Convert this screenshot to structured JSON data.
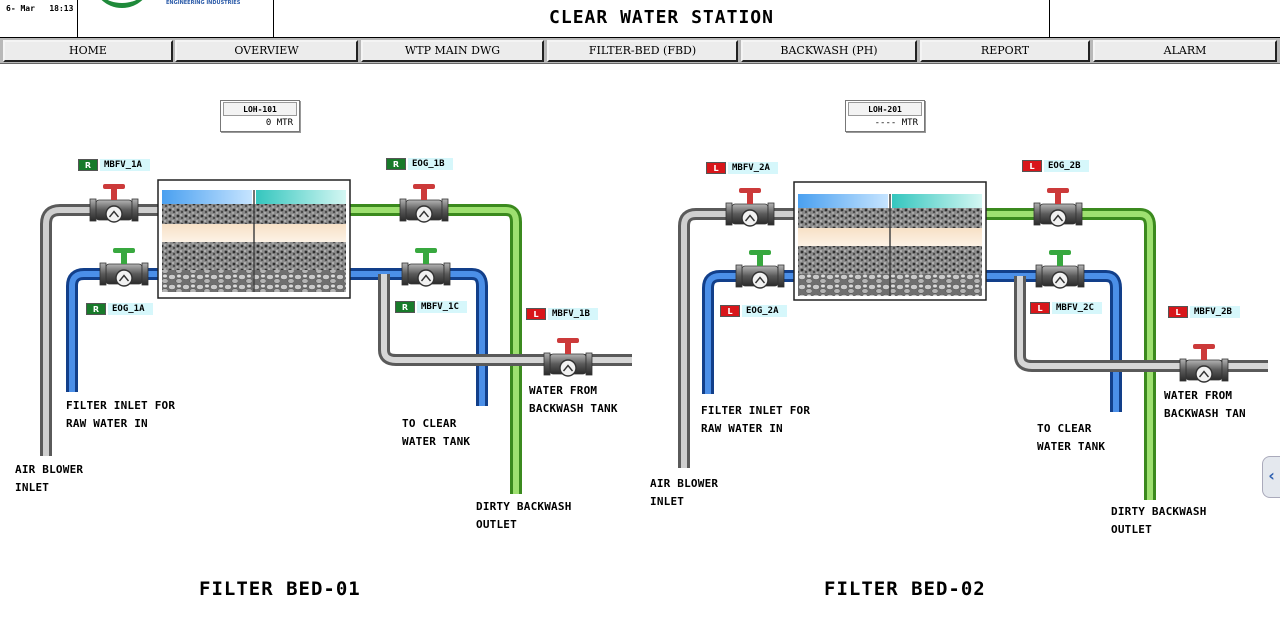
{
  "header": {
    "time": "6- Mar   18:13",
    "logo_text": "ENGINEERING INDUSTRIES",
    "logo_subtext": "",
    "title": "CLEAR WATER STATION"
  },
  "nav": {
    "items": [
      "HOME",
      "OVERVIEW",
      "WTP MAIN DWG",
      "FILTER-BED (FBD)",
      "BACKWASH (PH)",
      "REPORT",
      "ALARM"
    ]
  },
  "colors": {
    "status_r": "#187a2a",
    "status_l": "#d8161a",
    "tag_bg": "#d6f7fb",
    "pipe_green": "#6abf3f",
    "pipe_blue": "#2c6fd1",
    "pipe_grey": "#8a8a8a",
    "valve_red": "#cc3a3a",
    "valve_green": "#38a83f"
  },
  "icons": {
    "valve": "butterfly-valve-icon",
    "side_tab": "chevron-left-icon"
  },
  "bed1": {
    "title": "FILTER BED-01",
    "level": {
      "name": "LOH-101",
      "value": "0  MTR"
    },
    "tags": {
      "mbfv_a": {
        "state": "R",
        "name": "MBFV_1A"
      },
      "eog_a": {
        "state": "R",
        "name": "EOG_1A"
      },
      "eog_b": {
        "state": "R",
        "name": "EOG_1B"
      },
      "mbfv_c": {
        "state": "R",
        "name": "MBFV_1C"
      },
      "mbfv_b": {
        "state": "L",
        "name": "MBFV_1B"
      }
    },
    "labels": {
      "inlet": "FILTER INLET FOR\nRAW WATER IN",
      "blower": "AIR BLOWER\nINLET",
      "clear_tank": "TO CLEAR\nWATER TANK",
      "backwash_tank": "WATER FROM\nBACKWASH TANK",
      "dirty_outlet": "DIRTY BACKWASH\nOUTLET"
    }
  },
  "bed2": {
    "title": "FILTER BED-02",
    "level": {
      "name": "LOH-201",
      "value": "----  MTR"
    },
    "tags": {
      "mbfv_a": {
        "state": "L",
        "name": "MBFV_2A"
      },
      "eog_a": {
        "state": "L",
        "name": "EOG_2A"
      },
      "eog_b": {
        "state": "L",
        "name": "EOG_2B"
      },
      "mbfv_c": {
        "state": "L",
        "name": "MBFV_2C"
      },
      "mbfv_b": {
        "state": "L",
        "name": "MBFV_2B"
      }
    },
    "labels": {
      "inlet": "FILTER INLET FOR\nRAW WATER IN",
      "blower": "AIR BLOWER\nINLET",
      "clear_tank": "TO CLEAR\nWATER TANK",
      "backwash_tank": "WATER FROM\nBACKWASH TAN",
      "dirty_outlet": "DIRTY BACKWASH\nOUTLET"
    }
  },
  "side_tab": "‹"
}
